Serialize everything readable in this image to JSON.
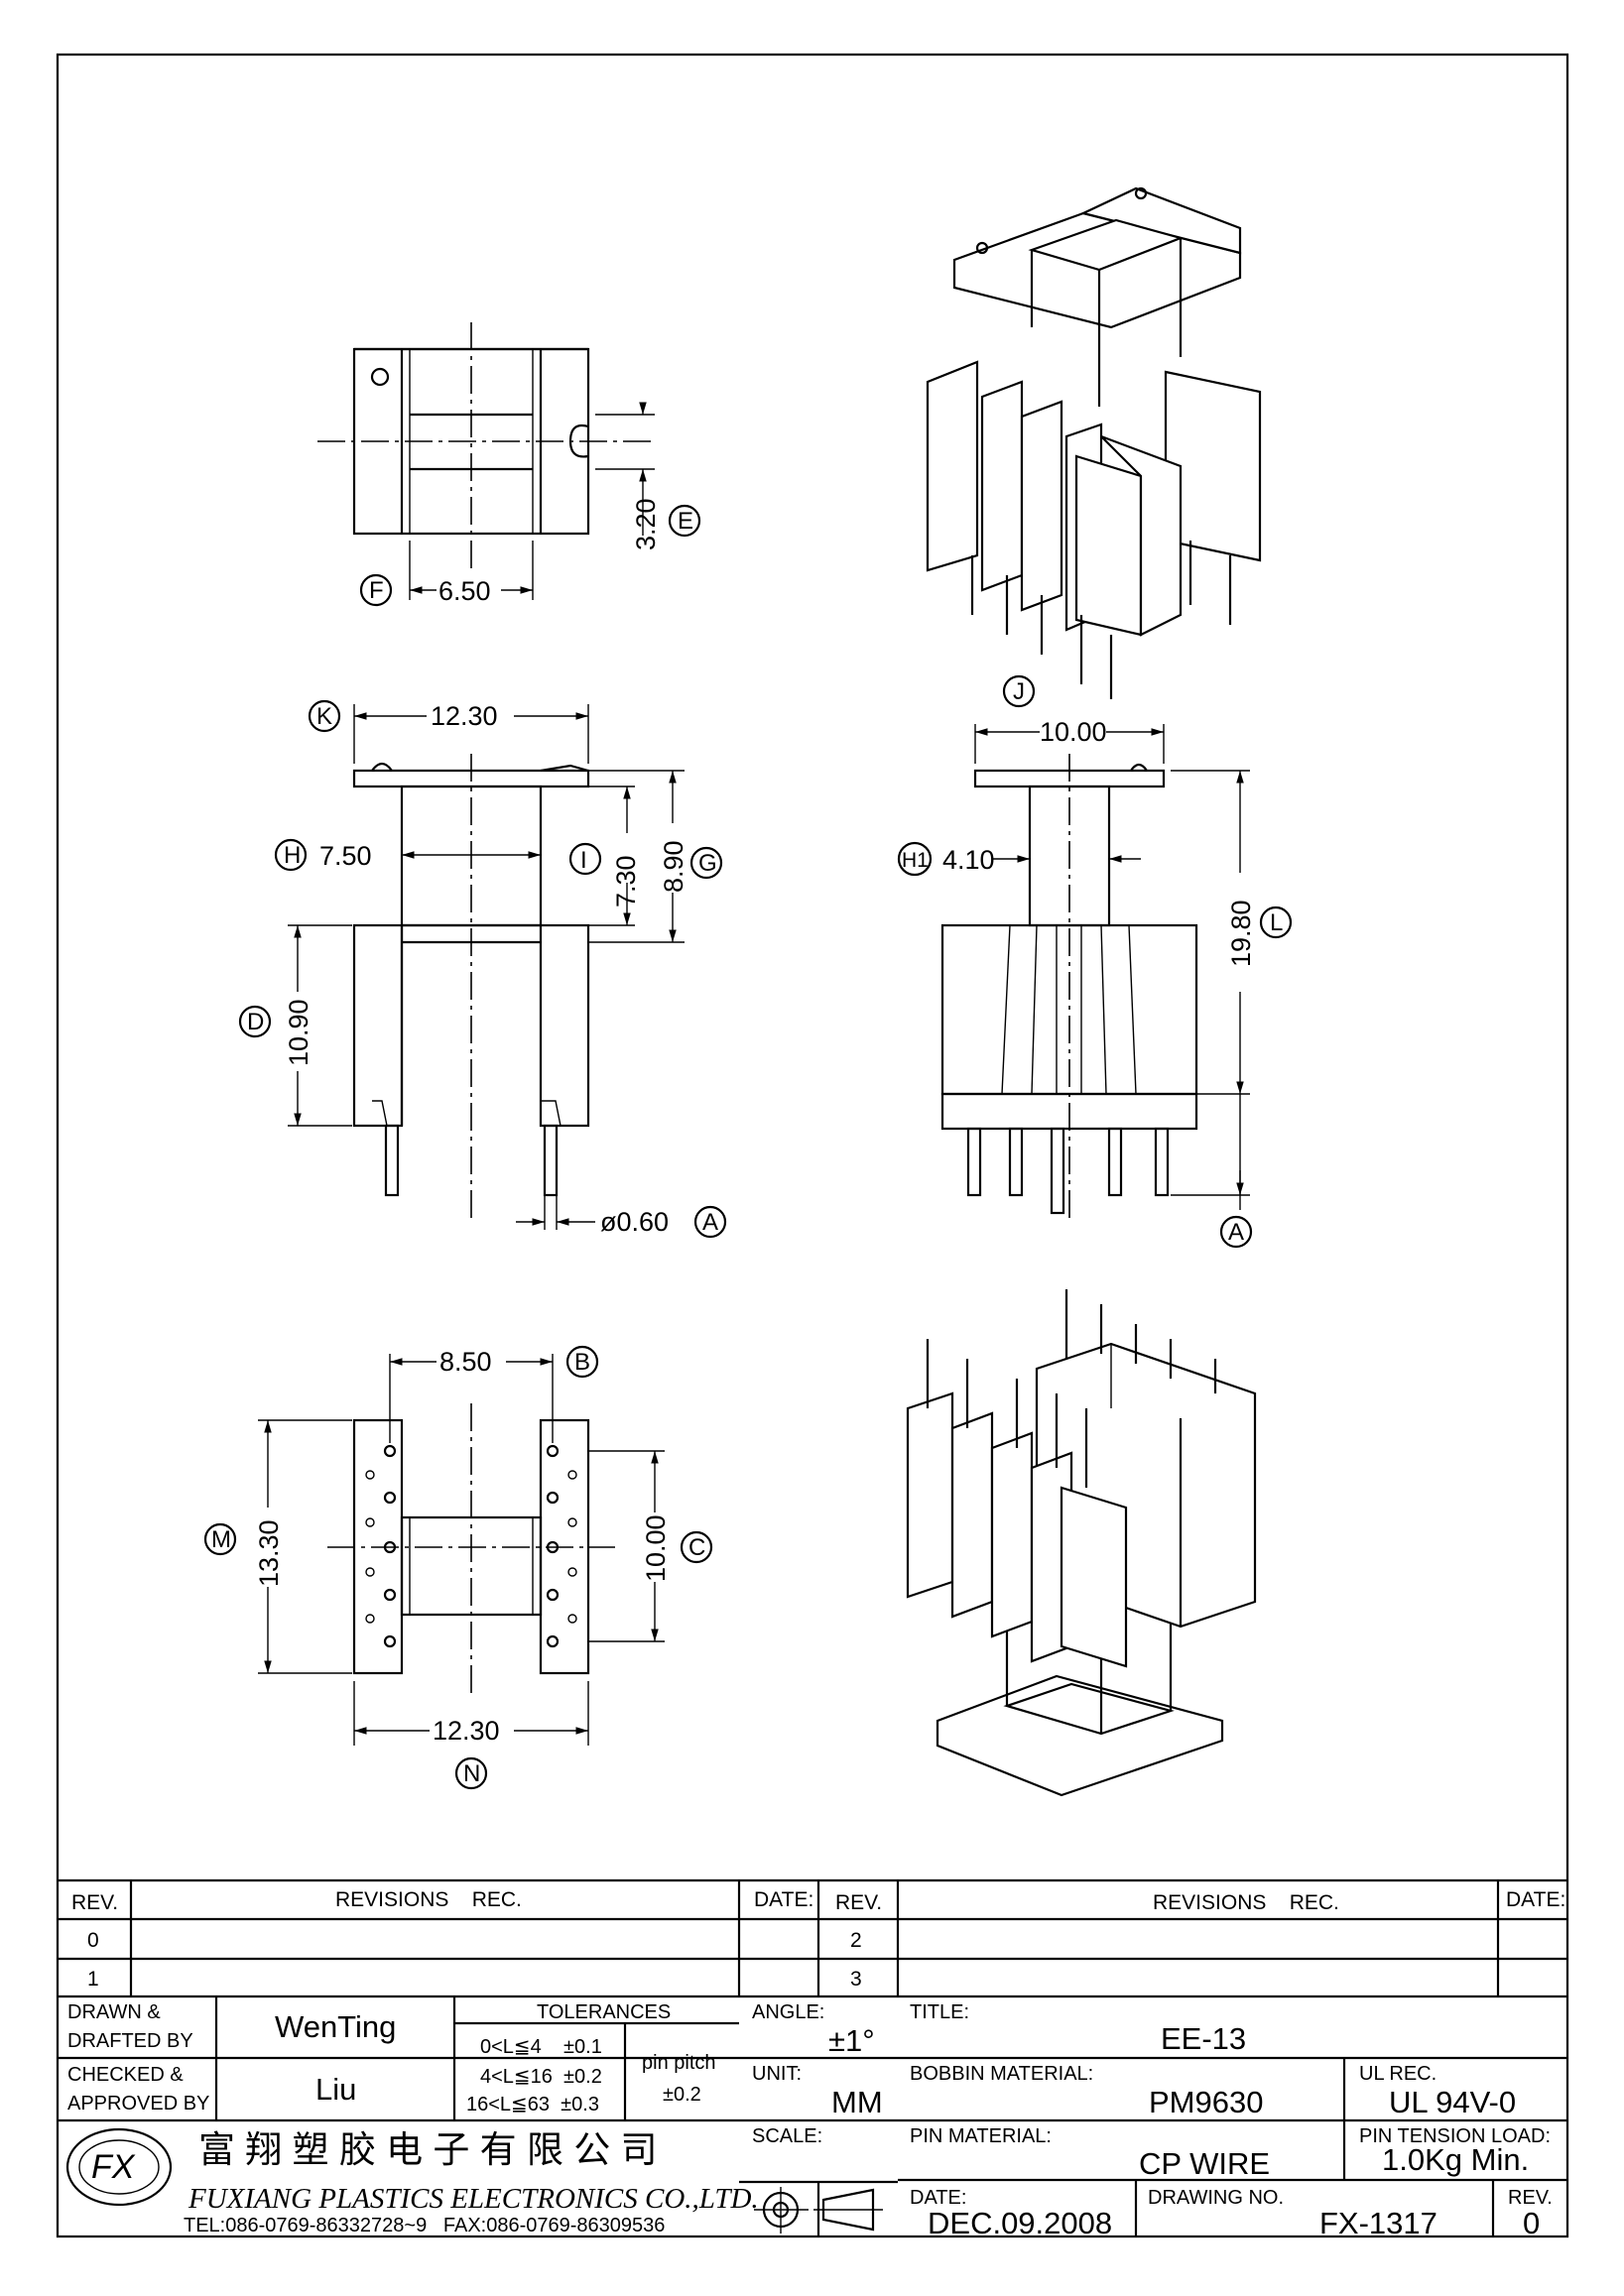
{
  "drawing": {
    "dimensions": {
      "top_view": {
        "e": "3.20",
        "f": "6.50"
      },
      "front_view": {
        "k": "12.30",
        "h": "7.50",
        "i": "7.30",
        "g": "8.90",
        "d": "10.90",
        "a": "ø0.60"
      },
      "side_view": {
        "j": "10.00",
        "h1": "4.10",
        "l": "19.80"
      },
      "bottom_view": {
        "b": "8.50",
        "m": "13.30",
        "c": "10.00",
        "n": "12.30"
      }
    },
    "letters": [
      "A",
      "B",
      "C",
      "D",
      "E",
      "F",
      "G",
      "H",
      "H1",
      "I",
      "J",
      "K",
      "L",
      "M",
      "N"
    ]
  },
  "revisions": {
    "header_rev": "REV.",
    "header_revisions": "REVISIONS    REC.",
    "header_date": "DATE:",
    "rows_left": [
      "0",
      "1"
    ],
    "rows_right": [
      "2",
      "3"
    ]
  },
  "title_block": {
    "drawn_label": "DRAWN &\nDRAFTED BY",
    "drawn_line1": "DRAWN &",
    "drawn_line2": "DRAFTED BY",
    "drawn_by": "WenTing",
    "checked_line1": "CHECKED &",
    "checked_line2": "APPROVED BY",
    "checked_by": "Liu",
    "tolerances_label": "TOLERANCES",
    "tol_1": "0<L≦4    ±0.1",
    "tol_2": "4<L≦16  ±0.2",
    "tol_3": "16<L≦63  ±0.3",
    "pin_pitch_label": "pin pitch",
    "pin_pitch_value": "±0.2",
    "angle_label": "ANGLE:",
    "angle_value": "±1°",
    "unit_label": "UNIT:",
    "unit_value": "MM",
    "scale_label": "SCALE:",
    "title_label": "TITLE:",
    "title_value": "EE-13",
    "bobbin_label": "BOBBIN MATERIAL:",
    "bobbin_value": "PM9630",
    "ul_label": "UL REC.",
    "ul_value": "UL 94V-0",
    "pin_material_label": "PIN MATERIAL:",
    "pin_material_value": "CP WIRE",
    "pin_tension_label": "PIN TENSION LOAD:",
    "pin_tension_value": "1.0Kg Min.",
    "date_label": "DATE:",
    "date_value": "DEC.09.2008",
    "drawing_no_label": "DRAWING NO.",
    "drawing_no_value": "FX-1317",
    "rev_label": "REV.",
    "rev_value": "0"
  },
  "company": {
    "chinese_name": "富 翔 塑 胶 电 子 有 限 公 司",
    "english_name": "FUXIANG PLASTICS ELECTRONICS CO.,LTD.",
    "contact": "TEL:086-0769-86332728~9   FAX:086-0769-86309536",
    "logo_text": "FX"
  }
}
